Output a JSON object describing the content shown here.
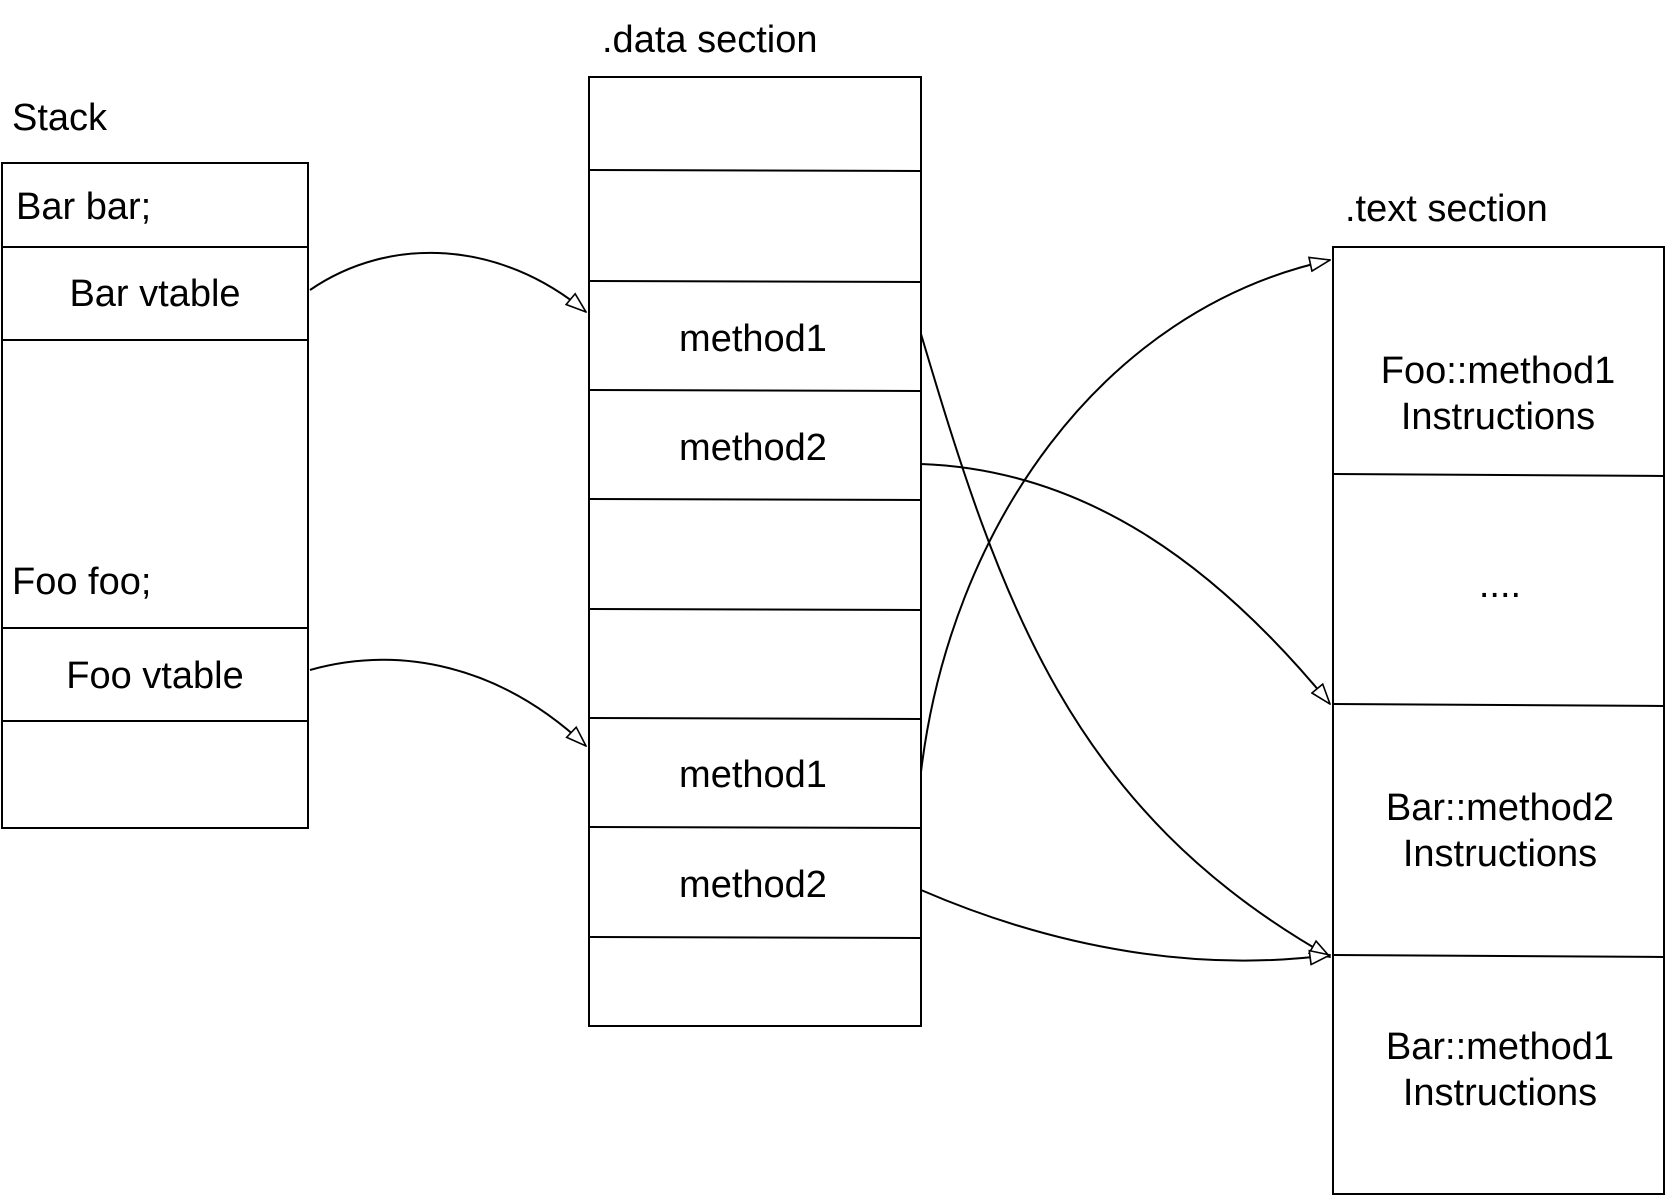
{
  "stack": {
    "title": "Stack",
    "bar_decl": "Bar bar;",
    "bar_vtable": "Bar vtable",
    "foo_decl": "Foo foo;",
    "foo_vtable": "Foo vtable"
  },
  "data_section": {
    "title": ".data section",
    "bar_method1": "method1",
    "bar_method2": "method2",
    "foo_method1": "method1",
    "foo_method2": "method2"
  },
  "text_section": {
    "title": ".text section",
    "foo_method1_line1": "Foo::method1",
    "foo_method1_line2": "Instructions",
    "ellipsis": "....",
    "bar_method2_line1": "Bar::method2",
    "bar_method2_line2": "Instructions",
    "bar_method1_line1": "Bar::method1",
    "bar_method1_line2": "Instructions"
  },
  "colors": {
    "stroke": "#000000",
    "background": "#ffffff"
  }
}
